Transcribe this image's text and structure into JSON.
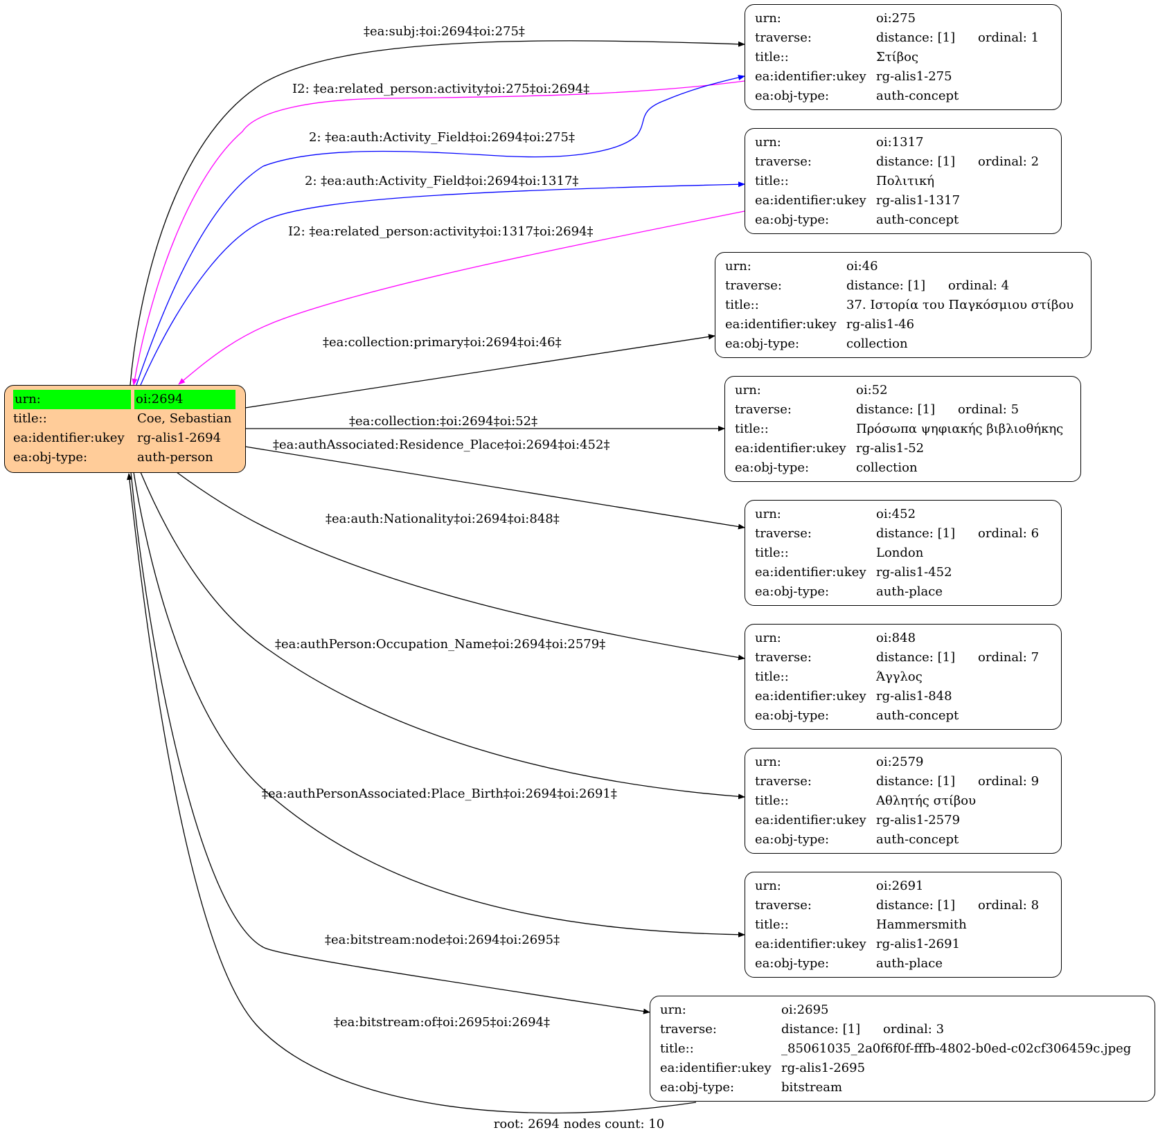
{
  "root": {
    "rows": [
      {
        "key": "urn:",
        "value": "oi:2694"
      },
      {
        "key": "title::",
        "value": "Coe, Sebastian"
      },
      {
        "key": "ea:identifier:ukey",
        "value": "rg-alis1-2694"
      },
      {
        "key": "ea:obj-type:",
        "value": "auth-person"
      }
    ],
    "fill": "#ffcc99",
    "highlight": "#00ff00"
  },
  "nodes": [
    {
      "urn": "oi:275",
      "distance": "distance: [1]",
      "ordinal": "ordinal: 1",
      "title": "Στίβος",
      "ukey": "rg-alis1-275",
      "objtype": "auth-concept"
    },
    {
      "urn": "oi:1317",
      "distance": "distance: [1]",
      "ordinal": "ordinal: 2",
      "title": "Πολιτική",
      "ukey": "rg-alis1-1317",
      "objtype": "auth-concept"
    },
    {
      "urn": "oi:46",
      "distance": "distance: [1]",
      "ordinal": "ordinal: 4",
      "title": "37. Ιστορία του Παγκόσμιου στίβου",
      "ukey": "rg-alis1-46",
      "objtype": "collection"
    },
    {
      "urn": "oi:52",
      "distance": "distance: [1]",
      "ordinal": "ordinal: 5",
      "title": "Πρόσωπα ψηφιακής βιβλιοθήκης",
      "ukey": "rg-alis1-52",
      "objtype": "collection"
    },
    {
      "urn": "oi:452",
      "distance": "distance: [1]",
      "ordinal": "ordinal: 6",
      "title": "London",
      "ukey": "rg-alis1-452",
      "objtype": "auth-place"
    },
    {
      "urn": "oi:848",
      "distance": "distance: [1]",
      "ordinal": "ordinal: 7",
      "title": "Άγγλος",
      "ukey": "rg-alis1-848",
      "objtype": "auth-concept"
    },
    {
      "urn": "oi:2579",
      "distance": "distance: [1]",
      "ordinal": "ordinal: 9",
      "title": "Αθλητής στίβου",
      "ukey": "rg-alis1-2579",
      "objtype": "auth-concept"
    },
    {
      "urn": "oi:2691",
      "distance": "distance: [1]",
      "ordinal": "ordinal: 8",
      "title": "Hammersmith",
      "ukey": "rg-alis1-2691",
      "objtype": "auth-place"
    },
    {
      "urn": "oi:2695",
      "distance": "distance: [1]",
      "ordinal": "ordinal: 3",
      "title": "_85061035_2a0f6f0f-fffb-4802-b0ed-c02cf306459c.jpeg",
      "ukey": "rg-alis1-2695",
      "objtype": "bitstream"
    }
  ],
  "field_labels": {
    "urn": "urn:",
    "traverse": "traverse:",
    "title": "title::",
    "ukey": "ea:identifier:ukey",
    "objtype": "ea:obj-type:"
  },
  "edges": [
    {
      "label": "‡ea:subj:‡oi:2694‡oi:275‡",
      "color": "#000000"
    },
    {
      "label": "I2: ‡ea:related_person:activity‡oi:275‡oi:2694‡",
      "color": "#ff00ff"
    },
    {
      "label": "2: ‡ea:auth:Activity_Field‡oi:2694‡oi:275‡",
      "color": "#0000ff"
    },
    {
      "label": "2: ‡ea:auth:Activity_Field‡oi:2694‡oi:1317‡",
      "color": "#0000ff"
    },
    {
      "label": "I2: ‡ea:related_person:activity‡oi:1317‡oi:2694‡",
      "color": "#ff00ff"
    },
    {
      "label": "‡ea:collection:primary‡oi:2694‡oi:46‡",
      "color": "#000000"
    },
    {
      "label": "‡ea:collection:‡oi:2694‡oi:52‡",
      "color": "#000000"
    },
    {
      "label": "‡ea:authAssociated:Residence_Place‡oi:2694‡oi:452‡",
      "color": "#000000"
    },
    {
      "label": "‡ea:auth:Nationality‡oi:2694‡oi:848‡",
      "color": "#000000"
    },
    {
      "label": "‡ea:authPerson:Occupation_Name‡oi:2694‡oi:2579‡",
      "color": "#000000"
    },
    {
      "label": "‡ea:authPersonAssociated:Place_Birth‡oi:2694‡oi:2691‡",
      "color": "#000000"
    },
    {
      "label": "‡ea:bitstream:node‡oi:2694‡oi:2695‡",
      "color": "#000000"
    },
    {
      "label": "‡ea:bitstream:of‡oi:2695‡oi:2694‡",
      "color": "#000000"
    }
  ],
  "footer": "root: 2694 nodes count: 10"
}
